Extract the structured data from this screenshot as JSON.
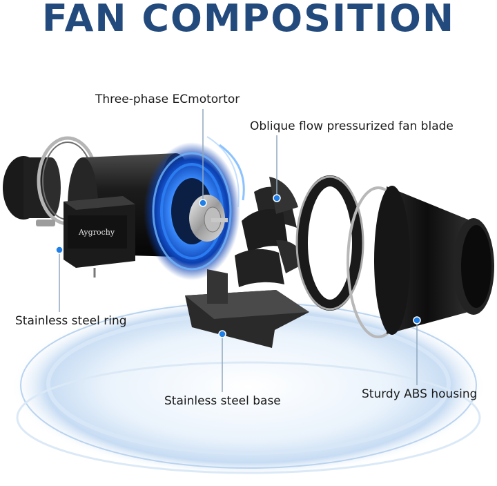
{
  "title": "FAN COMPOSITION",
  "brand_plate_text": "Aygrochy",
  "labels": {
    "motor": "Three-phase ECmotortor",
    "blade": "Oblique flow pressurized fan blade",
    "ring": "Stainless steel ring",
    "base": "Stainless steel base",
    "housing": "Sturdy ABS housing"
  },
  "colors": {
    "title": "#234a7c",
    "accent_blue": "#1e6fe0",
    "marker": "#1f7fe8",
    "leader_line": "#8fa7bd",
    "body_black": "#151515",
    "platform": "#d6e6f7"
  }
}
